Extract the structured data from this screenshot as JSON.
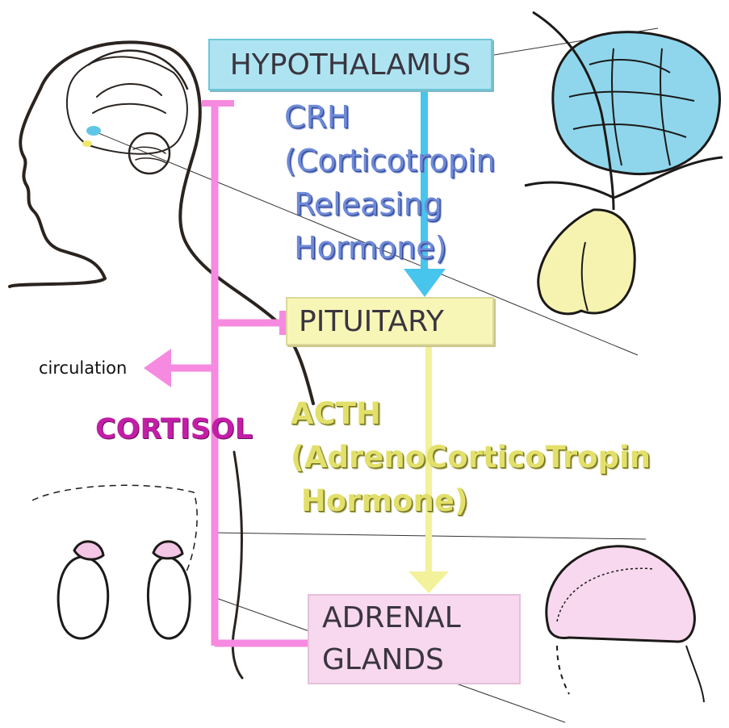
{
  "colors": {
    "hypothalamus": "#aee4f1",
    "pituitary": "#f8f6b6",
    "adrenal": "#f7d8ee",
    "cortisol_line": "#f58ae0",
    "crh_arrow": "#48c5ec",
    "acth_arrow": "#f3f19a",
    "crh_text": "#6e8ad9",
    "acth_text": "#e2e06a",
    "cortisol_text": "#c21ea6"
  },
  "nodes": {
    "hypothalamus": "HYPOTHALAMUS",
    "pituitary": "PITUITARY",
    "adrenal_line1": "ADRENAL",
    "adrenal_line2": "GLANDS"
  },
  "hormones": {
    "crh": "CRH\n(Corticotropin\n Releasing\n Hormone)",
    "acth": "ACTH\n(AdrenoCorticoTropin\n Hormone)",
    "cortisol": "CORTISOL"
  },
  "labels": {
    "circulation": "circulation"
  },
  "icons": [
    "human-head-brain-illustration",
    "hypothalamus-pituitary-illustration",
    "kidneys-adrenal-illustration",
    "adrenal-gland-illustration"
  ]
}
